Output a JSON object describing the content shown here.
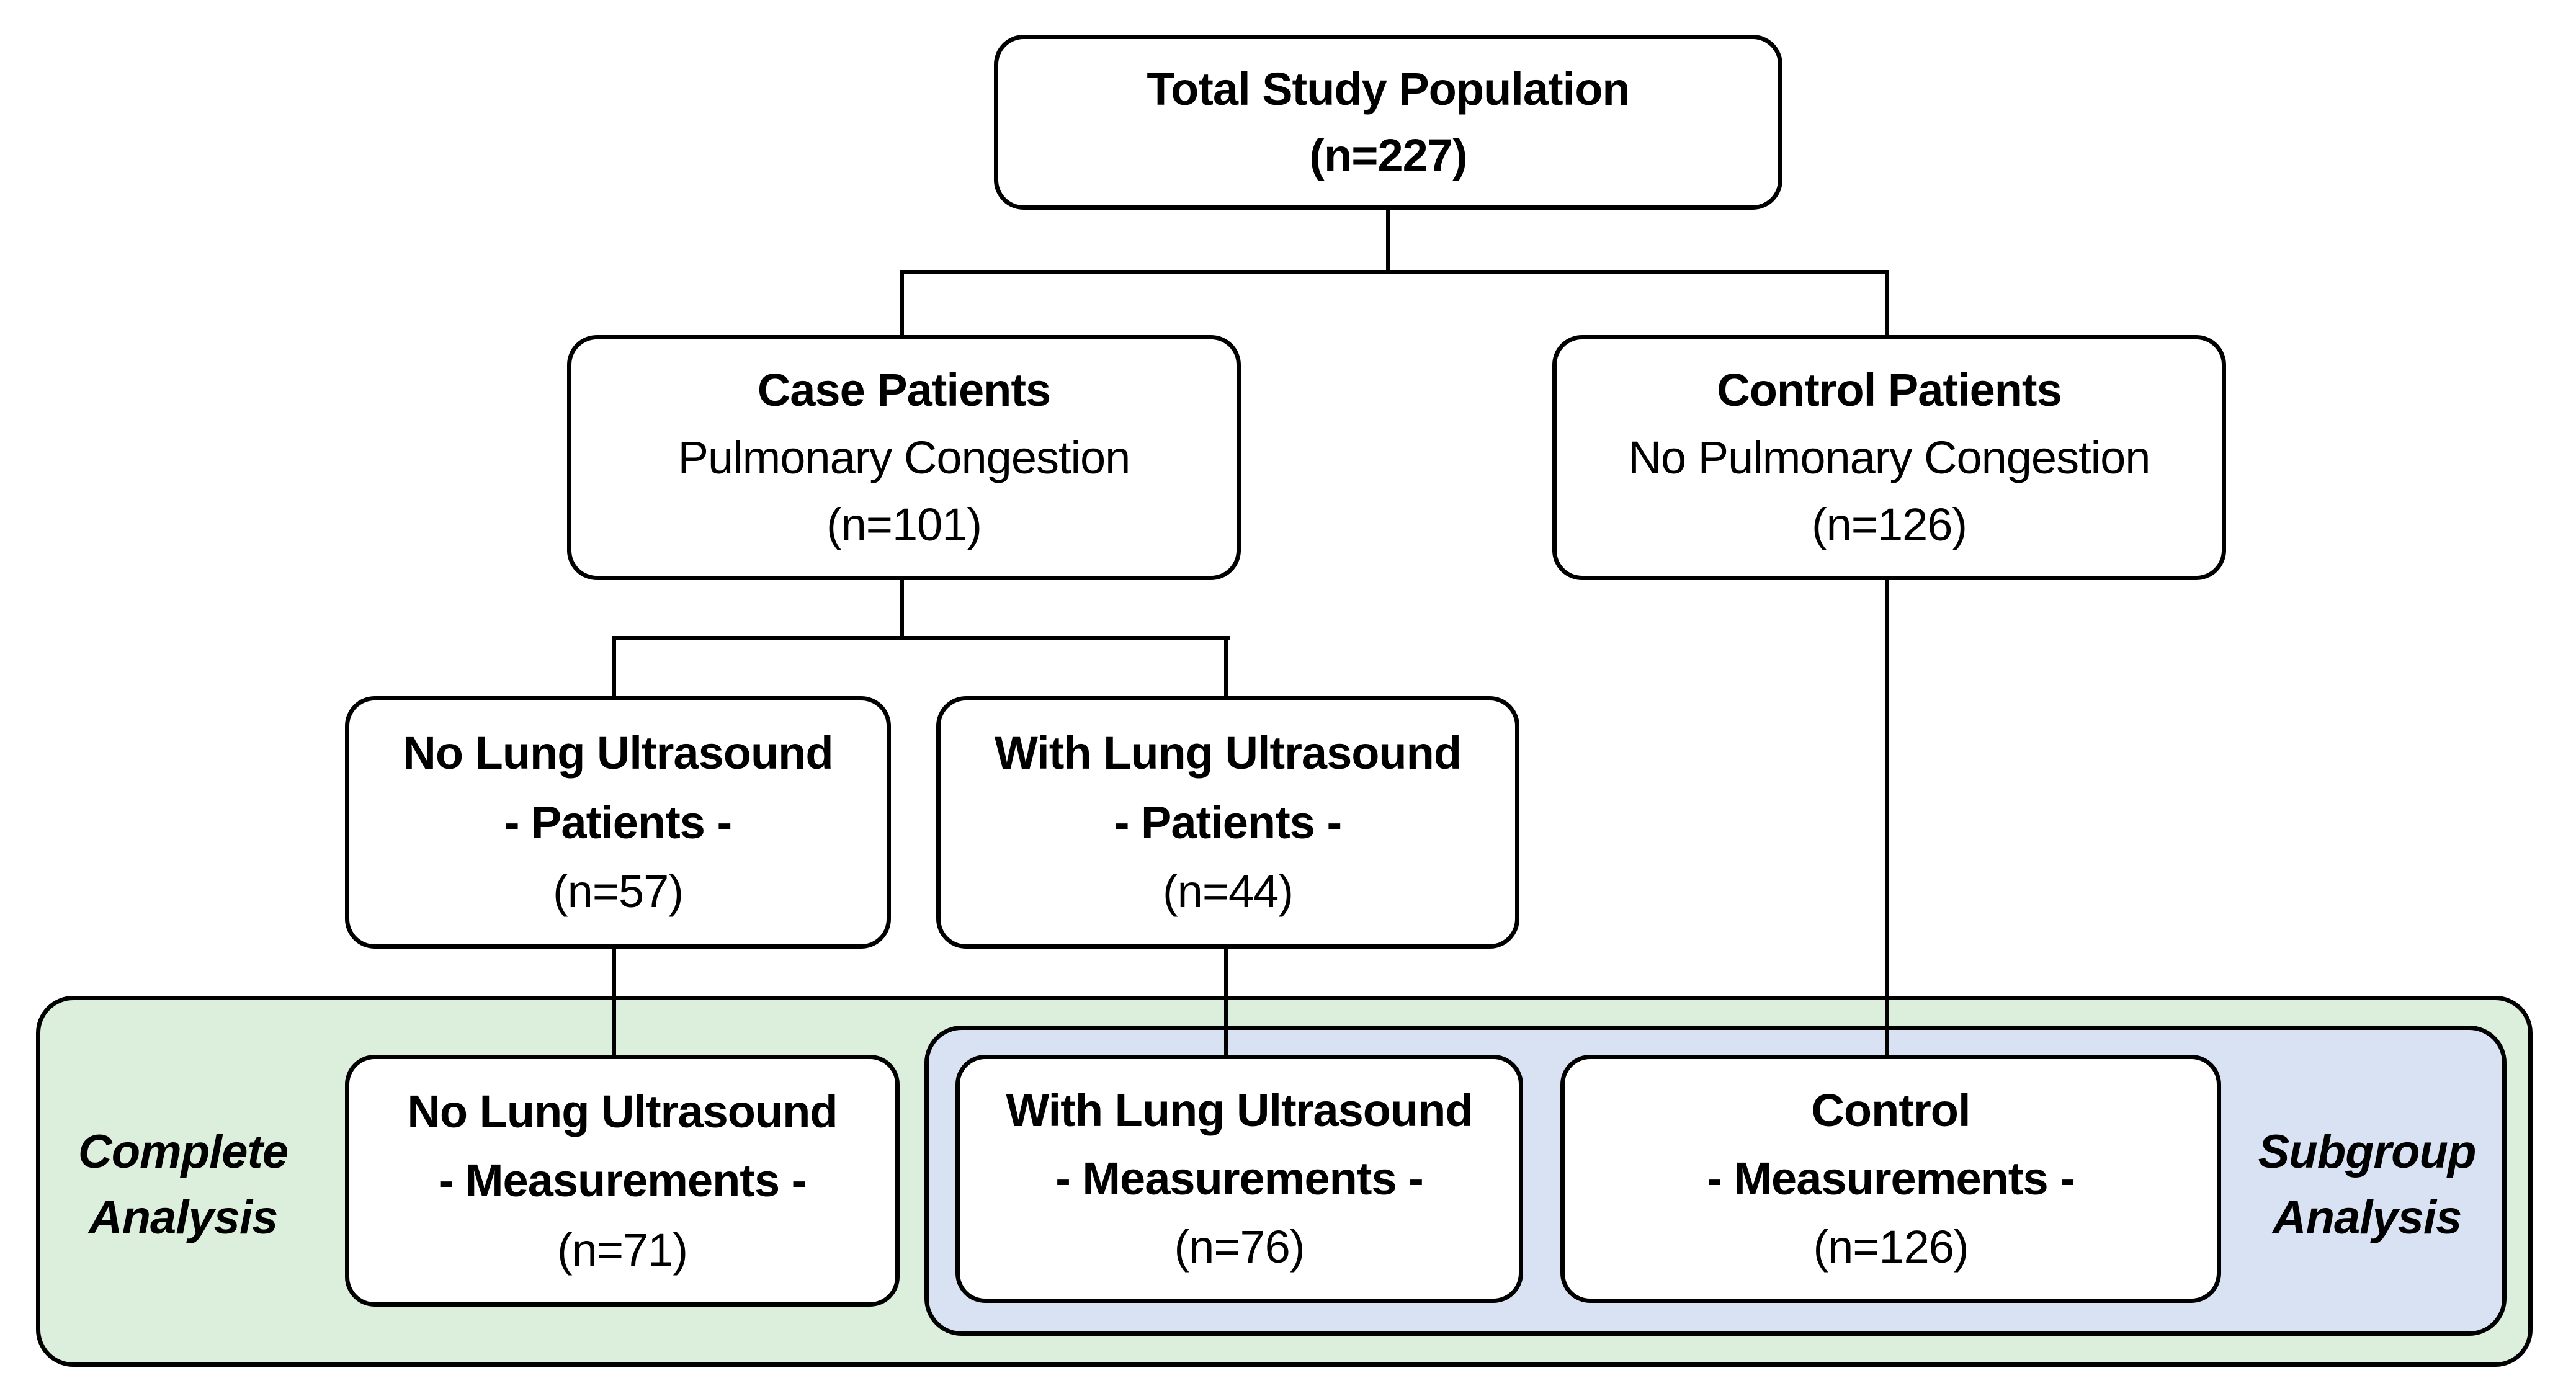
{
  "colors": {
    "line_color": "#000000",
    "complete_region_fill": "#dceedc",
    "subgroup_region_fill": "#d9e2f2"
  },
  "nodes": {
    "total": {
      "line1": "Total Study Population",
      "line2": "(n=227)"
    },
    "case": {
      "line1": "Case Patients",
      "line2": "Pulmonary Congestion",
      "line3": "(n=101)"
    },
    "control": {
      "line1": "Control Patients",
      "line2": "No Pulmonary Congestion",
      "line3": "(n=126)"
    },
    "no_lus_patients": {
      "line1": "No Lung Ultrasound",
      "line2": "- Patients -",
      "line3": "(n=57)"
    },
    "with_lus_patients": {
      "line1": "With Lung Ultrasound",
      "line2": "- Patients -",
      "line3": "(n=44)"
    },
    "no_lus_measurements": {
      "line1": "No Lung Ultrasound",
      "line2": "- Measurements -",
      "line3": "(n=71)"
    },
    "with_lus_measurements": {
      "line1": "With Lung Ultrasound",
      "line2": "- Measurements -",
      "line3": "(n=76)"
    },
    "control_measurements": {
      "line1": "Control",
      "line2": "- Measurements -",
      "line3": "(n=126)"
    }
  },
  "regions": {
    "complete_analysis_label": "Complete Analysis",
    "subgroup_analysis_label": "Subgroup Analysis"
  }
}
